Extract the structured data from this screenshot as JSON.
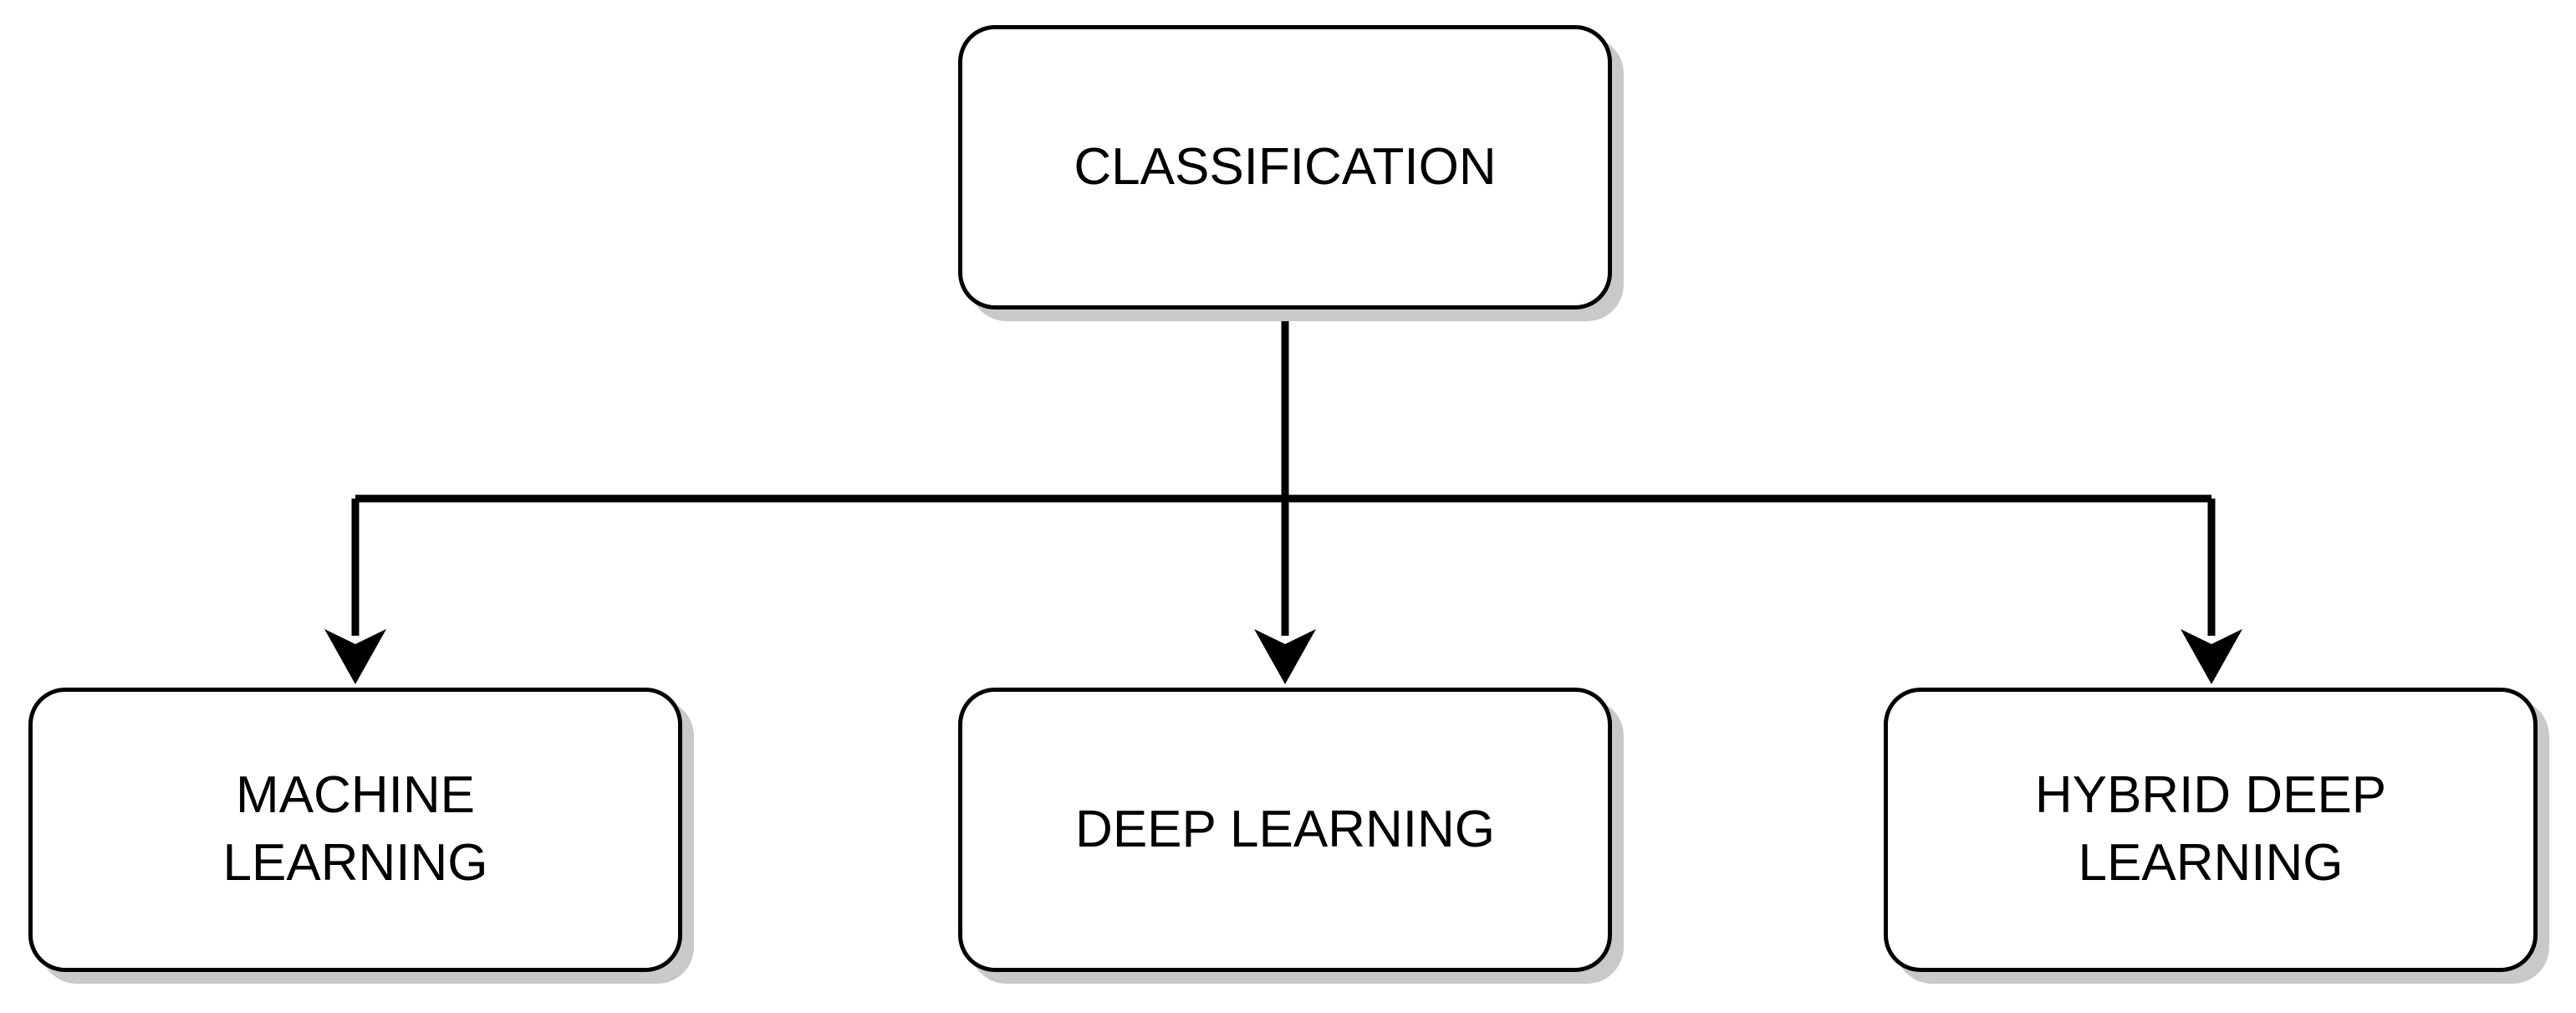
{
  "diagram": {
    "root": {
      "label": "CLASSIFICATION"
    },
    "children": [
      {
        "label": "MACHINE\nLEARNING"
      },
      {
        "label": "DEEP LEARNING"
      },
      {
        "label": "HYBRID DEEP\nLEARNING"
      }
    ]
  },
  "colors": {
    "stroke": "#000000",
    "fill": "#ffffff",
    "shadow": "#c9c9c9"
  }
}
